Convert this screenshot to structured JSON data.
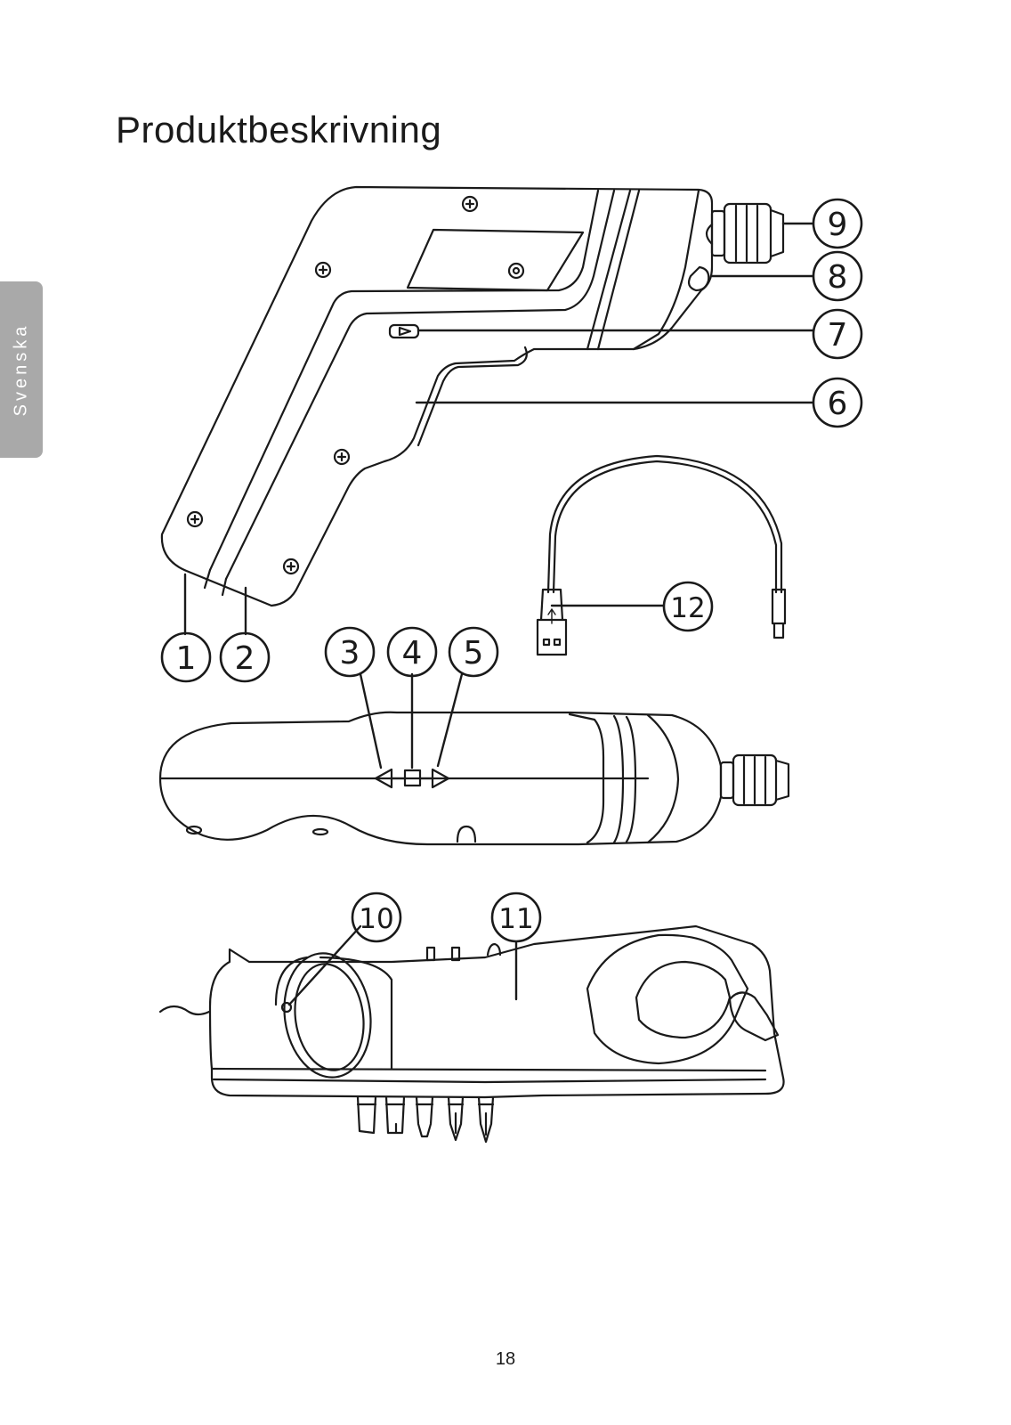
{
  "page": {
    "title": "Produktbeskrivning",
    "side_tab": "Svenska",
    "page_number": "18"
  },
  "callouts": [
    {
      "id": "1",
      "label": "1"
    },
    {
      "id": "2",
      "label": "2"
    },
    {
      "id": "3",
      "label": "3"
    },
    {
      "id": "4",
      "label": "4"
    },
    {
      "id": "5",
      "label": "5"
    },
    {
      "id": "6",
      "label": "6"
    },
    {
      "id": "7",
      "label": "7"
    },
    {
      "id": "8",
      "label": "8"
    },
    {
      "id": "9",
      "label": "9"
    },
    {
      "id": "10",
      "label": "10"
    },
    {
      "id": "11",
      "label": "11"
    },
    {
      "id": "12",
      "label": "12"
    }
  ],
  "colors": {
    "line": "#1a1a1a",
    "side_tab": "#a9a9a9"
  }
}
